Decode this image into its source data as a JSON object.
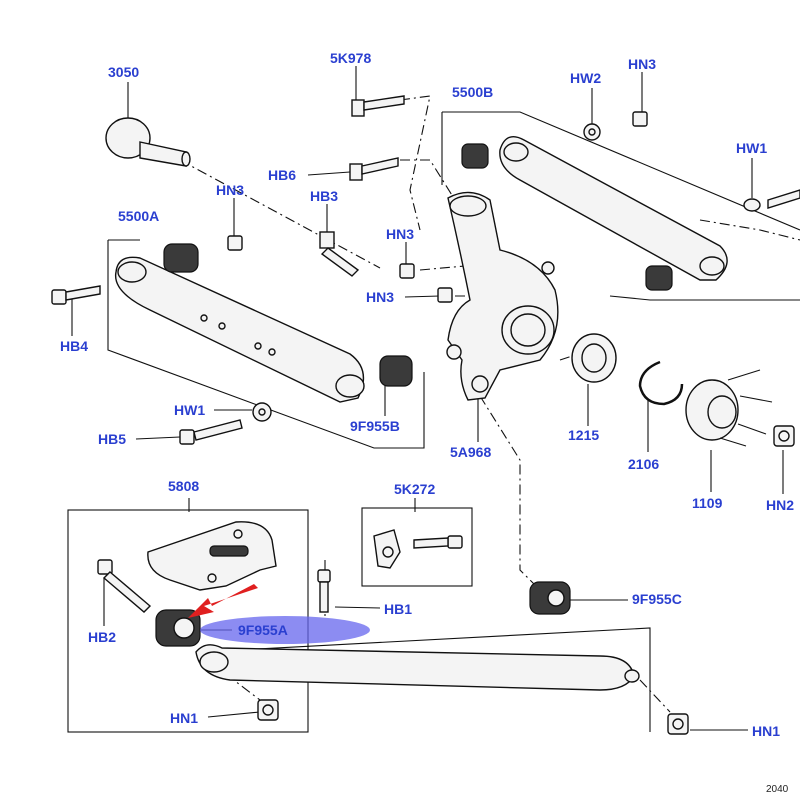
{
  "labels": {
    "p3050": "3050",
    "p5k978": "5K978",
    "p5500b": "5500B",
    "hw2": "HW2",
    "hn3_top": "HN3",
    "hw1_right": "HW1",
    "hb6": "HB6",
    "hn3_a": "HN3",
    "hb3": "HB3",
    "hn3_b": "HN3",
    "p5500a": "5500A",
    "hn3_c": "HN3",
    "hb4": "HB4",
    "hw1": "HW1",
    "hb5": "HB5",
    "p9f955b": "9F955B",
    "p5a968": "5A968",
    "p1215": "1215",
    "p2106": "2106",
    "p1109": "1109",
    "hn2": "HN2",
    "p5808": "5808",
    "p5k272": "5K272",
    "hb1": "HB1",
    "p9f955c": "9F955C",
    "hb2": "HB2",
    "p9f955a": "9F955A",
    "hn1_left": "HN1",
    "hn1_right": "HN1"
  },
  "footer": "2040",
  "colors": {
    "label": "#2a3fd0",
    "arrow": "#e02020",
    "highlight": "#6666ee"
  }
}
